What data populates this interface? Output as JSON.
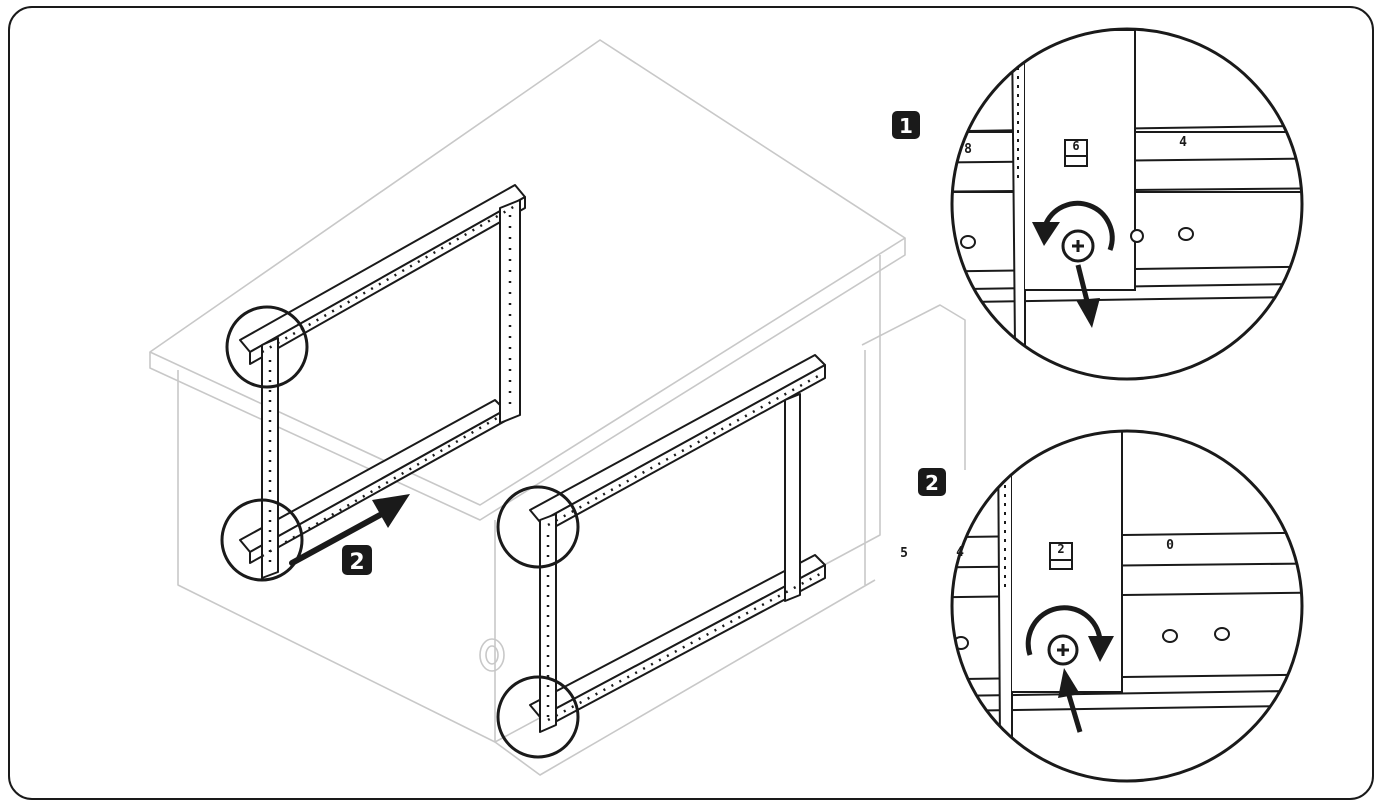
{
  "steps": {
    "main_arrow_step": "2",
    "detail_1_step": "1",
    "detail_2_step": "2"
  },
  "detail_1": {
    "left_number": "8",
    "center_number": "6",
    "right_number": "4"
  },
  "detail_2": {
    "left_number_a": "5",
    "left_number_b": "4",
    "center_number": "2",
    "right_number": "0"
  },
  "colors": {
    "line": "#1a1a1a",
    "ghost": "#c8c8c8",
    "badge": "#1a1a1a"
  }
}
